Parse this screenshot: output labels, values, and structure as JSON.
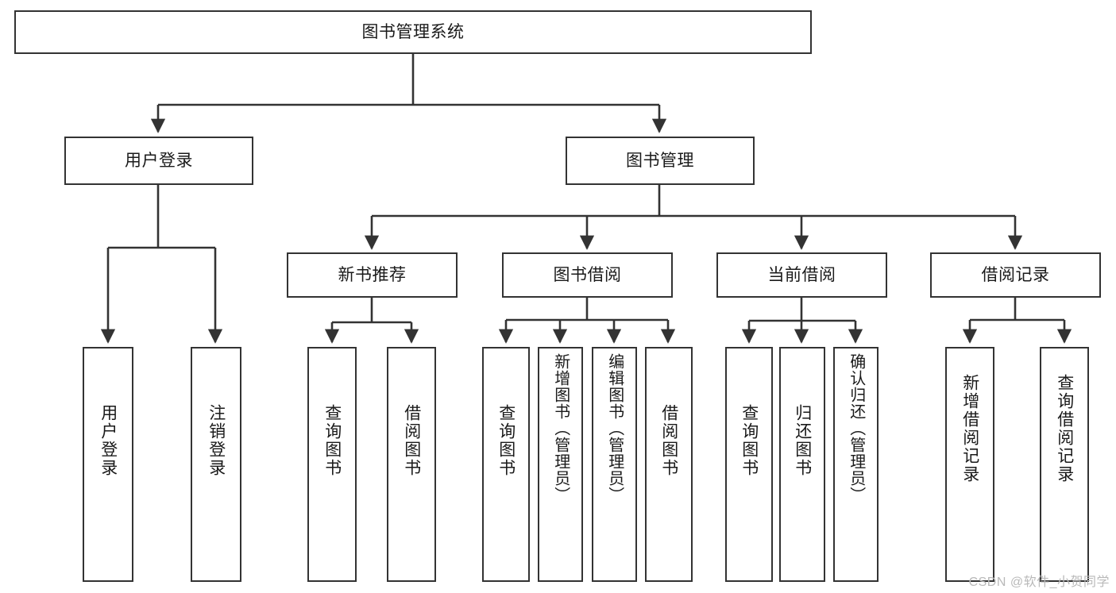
{
  "diagram": {
    "title": "图书管理系统",
    "type": "tree-hierarchy-diagram",
    "colors": {
      "background": "#ffffff",
      "box_border": "#333333",
      "box_fill": "#ffffff",
      "text": "#1a1a1a",
      "connector": "#333333",
      "watermark": "#b9b9b9"
    },
    "root": {
      "label": "图书管理系统"
    },
    "level2": [
      {
        "label": "用户登录"
      },
      {
        "label": "图书管理"
      }
    ],
    "level3": [
      {
        "label": "新书推荐"
      },
      {
        "label": "图书借阅"
      },
      {
        "label": "当前借阅"
      },
      {
        "label": "借阅记录"
      }
    ],
    "leaves": {
      "user_login": [
        {
          "label": "用户登录"
        },
        {
          "label": "注销登录"
        }
      ],
      "new_book_recommend": [
        {
          "label": "查询图书"
        },
        {
          "label": "借阅图书"
        }
      ],
      "book_borrow": [
        {
          "label": "查询图书"
        },
        {
          "label": "新增图书（管理员）"
        },
        {
          "label": "编辑图书（管理员）"
        },
        {
          "label": "借阅图书"
        }
      ],
      "current_borrow": [
        {
          "label": "查询图书"
        },
        {
          "label": "归还图书"
        },
        {
          "label": "确认归还（管理员）"
        }
      ],
      "borrow_record": [
        {
          "label": "新增借阅记录"
        },
        {
          "label": "查询借阅记录"
        }
      ]
    }
  },
  "watermark": {
    "text": "CSDN @软件_小贺同学"
  }
}
